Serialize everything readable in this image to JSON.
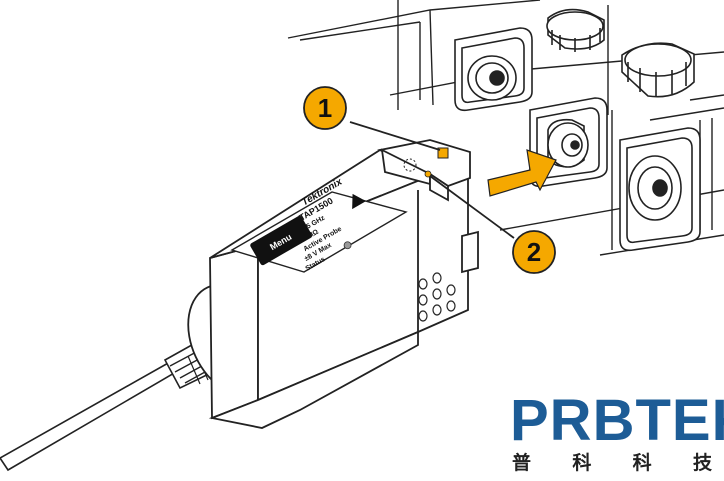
{
  "callouts": [
    {
      "number": "1"
    },
    {
      "number": "2"
    }
  ],
  "probe": {
    "brand": "Tektronix",
    "model": "TAP1500",
    "spec_lines": [
      "1.5 GHz",
      "1 MΩ",
      "Active Probe",
      "±8 V Max"
    ],
    "status_label": "Status",
    "menu_label": "Menu"
  },
  "logo": {
    "name": "PRBTEK",
    "chars": [
      "普",
      "科",
      "科",
      "技"
    ]
  },
  "colors": {
    "callout_fill": "#f5a800",
    "logo_text": "#1d5c96",
    "logo_sub": "#222222"
  }
}
